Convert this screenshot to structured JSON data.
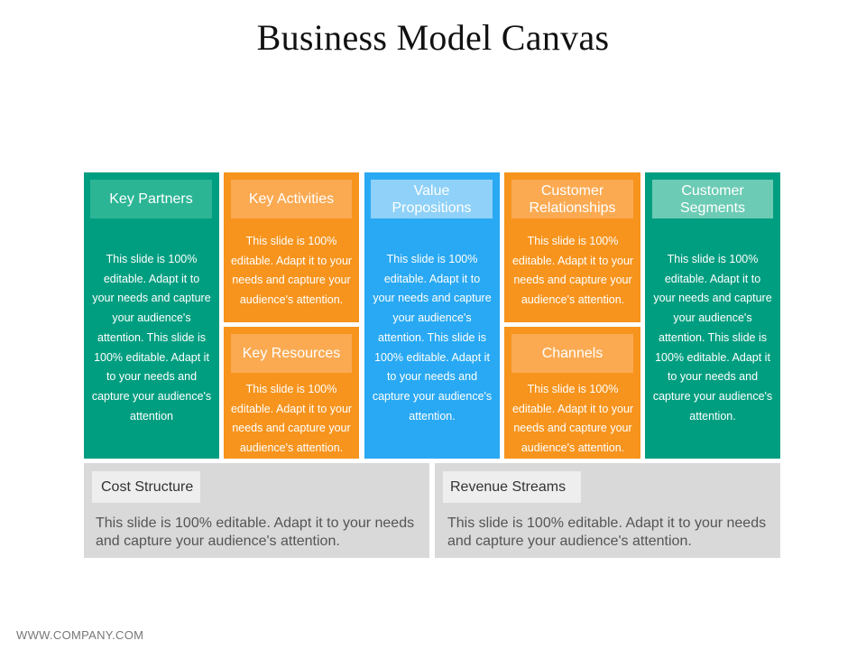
{
  "title": "Business Model Canvas",
  "footer": "WWW.COMPANY.COM",
  "blocks": {
    "key_partners": {
      "label": "Key Partners",
      "text": "This slide is 100% editable. Adapt it to your needs and capture your audience's attention. This slide is 100% editable. Adapt it to your needs and capture your audience's attention"
    },
    "key_activities": {
      "label": "Key Activities",
      "text": "This slide is 100% editable. Adapt it to your needs and capture your audience's attention."
    },
    "key_resources": {
      "label": "Key Resources",
      "text": "This slide is 100% editable. Adapt it to your needs and capture your audience's attention."
    },
    "value_propositions": {
      "label": "Value Propositions",
      "text": "This slide is 100% editable. Adapt it to your needs and capture your audience's attention. This slide is 100% editable. Adapt it to your needs and capture your audience's attention."
    },
    "customer_relationships": {
      "label": "Customer Relationships",
      "text": "This slide is 100% editable. Adapt it to your needs and capture your audience's attention."
    },
    "channels": {
      "label": "Channels",
      "text": "This slide is 100% editable. Adapt it to your needs and capture your audience's attention."
    },
    "customer_segments": {
      "label": "Customer Segments",
      "text": "This slide is 100% editable. Adapt it to your needs and capture your audience's attention. This slide is 100% editable. Adapt it to your needs and capture your audience's attention."
    },
    "cost_structure": {
      "label": "Cost Structure",
      "text": "This slide is 100% editable. Adapt it to your needs and capture your audience's attention."
    },
    "revenue_streams": {
      "label": "Revenue Streams",
      "text": "This slide is 100% editable. Adapt it to your needs and capture your audience's attention."
    }
  },
  "colors": {
    "green": "#009e80",
    "orange": "#f7941d",
    "blue": "#29a9f3",
    "gray": "#d9d9d9"
  }
}
